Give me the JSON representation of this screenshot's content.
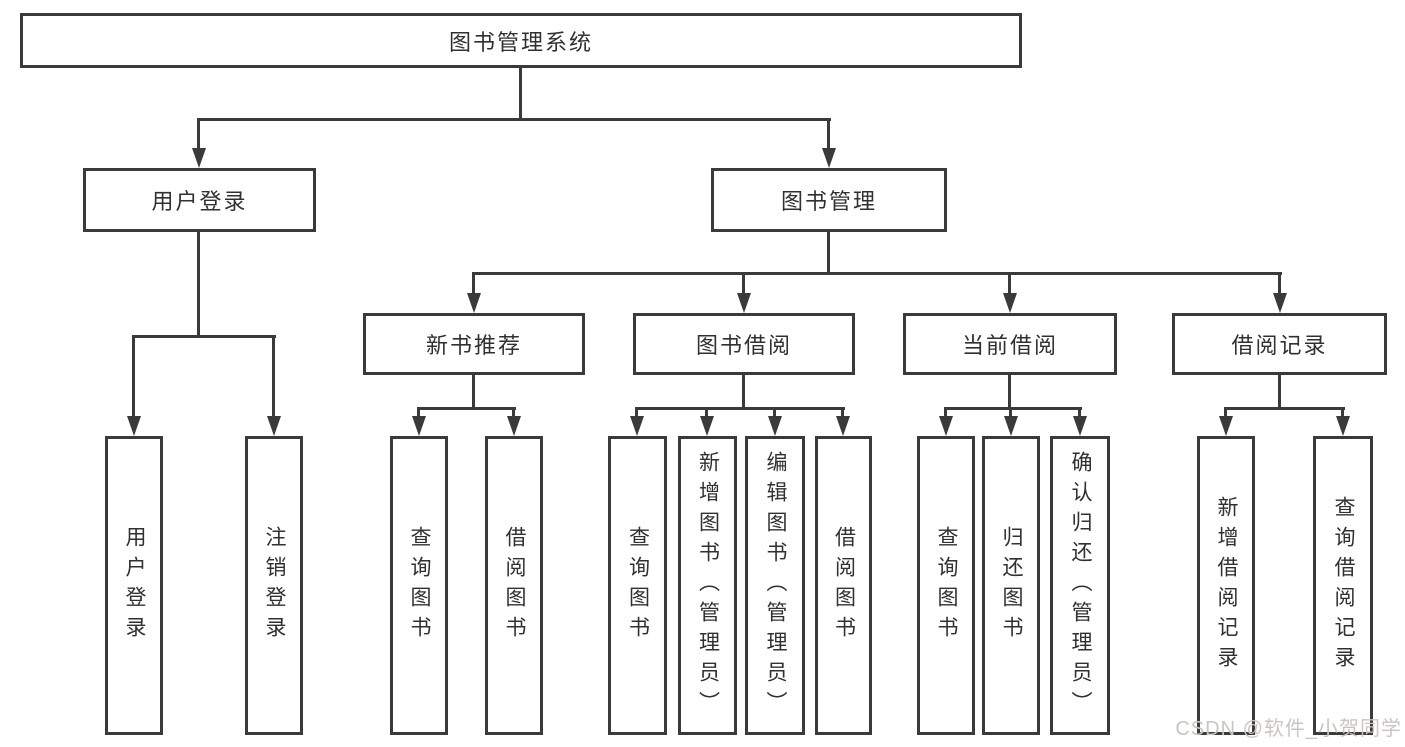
{
  "colors": {
    "line": "#3a3a3a",
    "text": "#303030",
    "box_background": "#ffffff",
    "page_background": "#ffffff",
    "watermark": "#c9c6c1"
  },
  "tree": {
    "root": {
      "label": "图书管理系统"
    },
    "branches": [
      {
        "label": "用户登录",
        "children": [
          {
            "label": "用户登录"
          },
          {
            "label": "注销登录"
          }
        ]
      },
      {
        "label": "图书管理",
        "children": [
          {
            "label": "新书推荐",
            "children": [
              {
                "label": "查询图书"
              },
              {
                "label": "借阅图书"
              }
            ]
          },
          {
            "label": "图书借阅",
            "children": [
              {
                "label": "查询图书"
              },
              {
                "label": "新增图书（管理员）"
              },
              {
                "label": "编辑图书（管理员）"
              },
              {
                "label": "借阅图书"
              }
            ]
          },
          {
            "label": "当前借阅",
            "children": [
              {
                "label": "查询图书"
              },
              {
                "label": "归还图书"
              },
              {
                "label": "确认归还（管理员）"
              }
            ]
          },
          {
            "label": "借阅记录",
            "children": [
              {
                "label": "新增借阅记录"
              },
              {
                "label": "查询借阅记录"
              }
            ]
          }
        ]
      }
    ]
  },
  "watermark": {
    "text": "CSDN @软件_小贺同学"
  }
}
